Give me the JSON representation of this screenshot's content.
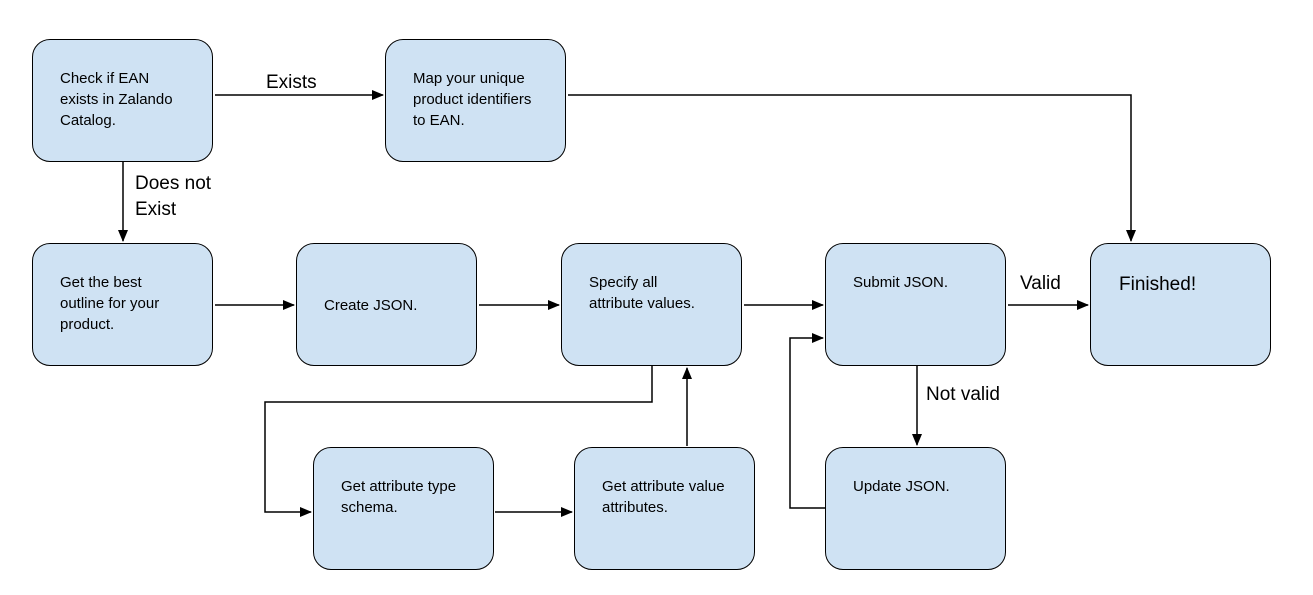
{
  "nodes": {
    "check_ean": "Check if EAN\nexists in Zalando\nCatalog.",
    "map_ids": "Map your unique\nproduct identifiers\nto EAN.",
    "best_outline": "Get the best\noutline for your\nproduct.",
    "create_json": "Create JSON.",
    "specify_values": "Specify all\nattribute values.",
    "submit_json": "Submit JSON.",
    "finished": "Finished!",
    "type_schema": "Get attribute type\nschema.",
    "value_attrs": "Get attribute value\nattributes.",
    "update_json": "Update JSON."
  },
  "edge_labels": {
    "exists": "Exists",
    "does_not_exist": "Does not\nExist",
    "valid": "Valid",
    "not_valid": "Not valid"
  }
}
